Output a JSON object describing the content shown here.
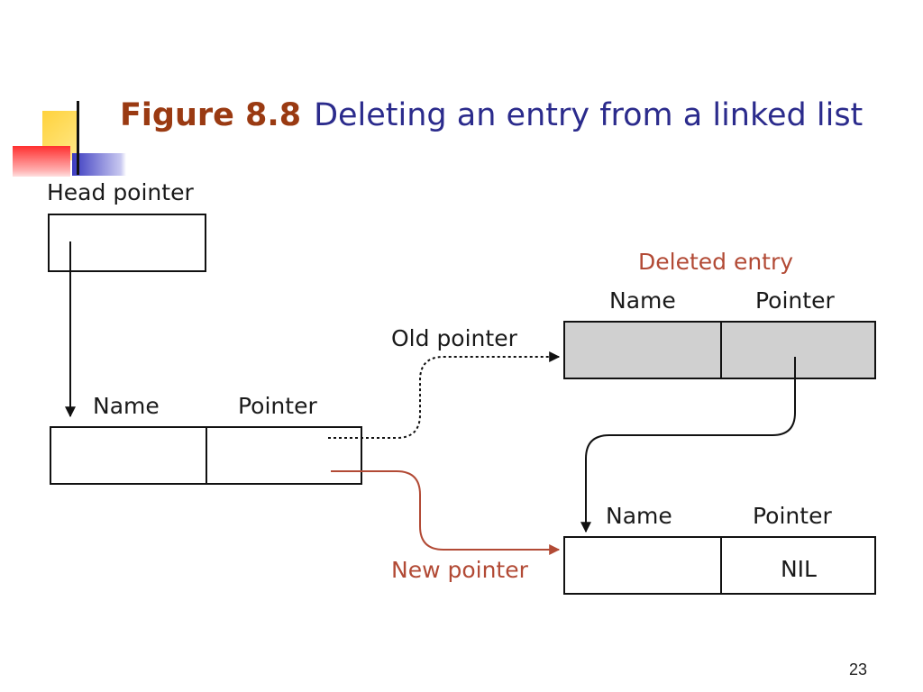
{
  "slide": {
    "figure_label": "Figure 8.8",
    "title_text": "Deleting an entry from a linked list",
    "page_number": "23"
  },
  "diagram": {
    "head_pointer_label": "Head pointer",
    "node1": {
      "name_label": "Name",
      "pointer_label": "Pointer"
    },
    "deleted": {
      "caption": "Deleted entry",
      "name_label": "Name",
      "pointer_label": "Pointer"
    },
    "node3": {
      "name_label": "Name",
      "pointer_label": "Pointer",
      "pointer_value": "NIL"
    },
    "old_pointer_label": "Old pointer",
    "new_pointer_label": "New pointer"
  },
  "colors": {
    "title_figure": "#9a3a12",
    "title_text": "#2b2b8c",
    "new_pointer": "#b24a35",
    "deleted_fill": "#d0d0d0",
    "deco_yellow": "#ffd23c",
    "deco_blue": "#4040c0",
    "deco_red": "#ff3030"
  }
}
